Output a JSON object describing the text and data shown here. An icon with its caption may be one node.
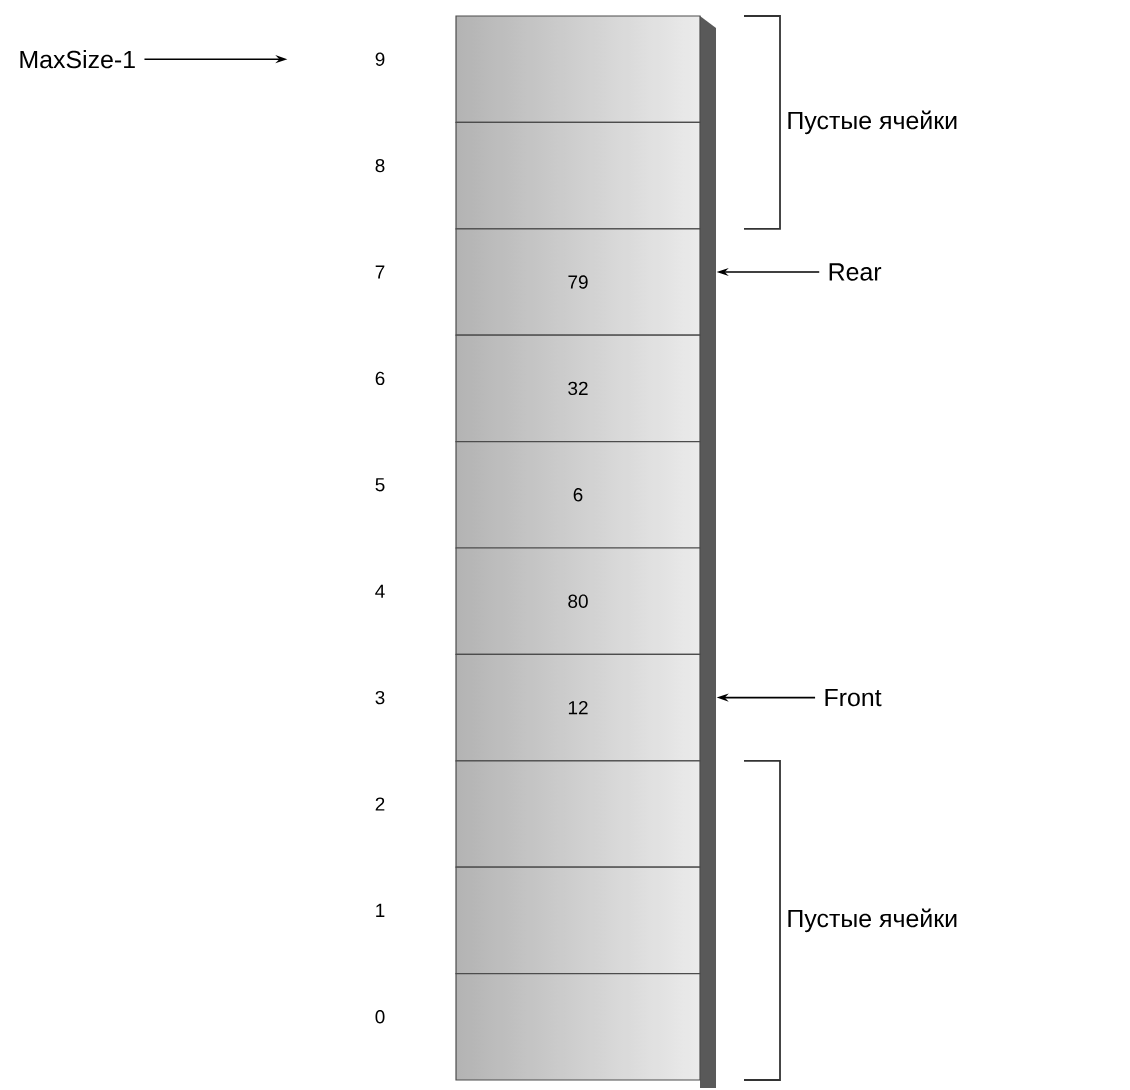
{
  "diagram": {
    "nodes": [
      {
        "text": [],
        "shape": "box",
        "beside": [
          "9"
        ]
      },
      {
        "text": [],
        "shape": "box",
        "beside": [
          "8"
        ]
      },
      {
        "text": [
          "79"
        ],
        "beside": [
          "7"
        ]
      },
      {
        "text": [
          "32"
        ],
        "beside": [
          "6"
        ]
      },
      {
        "text": [
          "6"
        ],
        "beside": [
          "5"
        ]
      },
      {
        "text": [
          "80"
        ],
        "beside": [
          "4"
        ]
      },
      {
        "text": [
          "12"
        ],
        "beside": [
          "3"
        ]
      },
      {
        "text": [],
        "shape": "box",
        "beside": [
          "2"
        ]
      },
      {
        "text": [],
        "shape": "box",
        "beside": [
          "1"
        ]
      },
      {
        "text": [],
        "shape": "box",
        "beside": [
          "0"
        ]
      },
      {
        "text": [
          "MaxSize-1"
        ]
      },
      {
        "text": [
          "Rear"
        ]
      },
      {
        "text": [
          "Front"
        ]
      }
    ],
    "edges": [
      {
        "from": 10,
        "to": 0,
        "arrow": "to"
      },
      {
        "from": 11,
        "to": 2,
        "arrow": "to"
      },
      {
        "from": 12,
        "to": 6,
        "arrow": "to"
      }
    ],
    "labels": [
      "Пустые ячейки",
      "Пустые ячейки"
    ]
  }
}
